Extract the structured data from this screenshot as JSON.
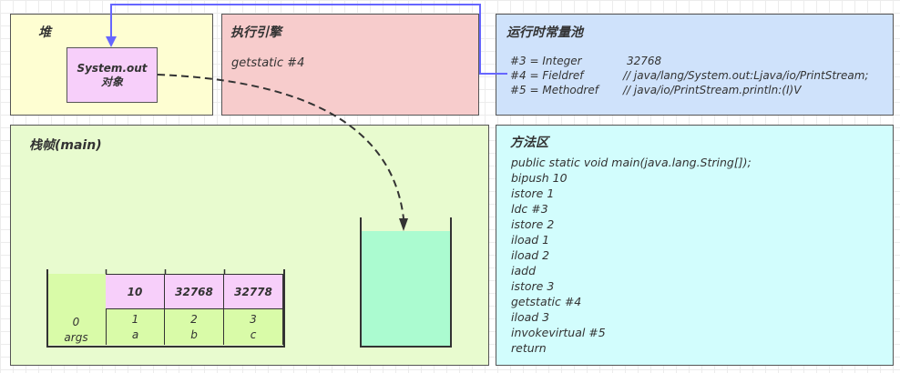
{
  "heap": {
    "title": "堆",
    "object": {
      "line1": "System.out",
      "line2": "对象"
    }
  },
  "engine": {
    "title": "执行引擎",
    "current_instruction": "getstatic #4"
  },
  "constant_pool": {
    "title": "运行时常量池",
    "entries": [
      {
        "ref": "#3 = Integer",
        "value": "32768"
      },
      {
        "ref": "#4 = Fieldref",
        "value": "// java/lang/System.out:Ljava/io/PrintStream;"
      },
      {
        "ref": "#5 = Methodref",
        "value": "// java/io/PrintStream.println:(I)V"
      }
    ]
  },
  "stack_frame": {
    "title": "栈帧(main)",
    "locals": [
      {
        "index": "0",
        "name": "args",
        "value": ""
      },
      {
        "index": "1",
        "name": "a",
        "value": "10"
      },
      {
        "index": "2",
        "name": "b",
        "value": "32768"
      },
      {
        "index": "3",
        "name": "c",
        "value": "32778"
      }
    ],
    "operand_stack": {
      "items": []
    }
  },
  "method_area": {
    "title": "方法区",
    "lines": [
      "public static void main(java.lang.String[]);",
      "bipush 10",
      "istore 1",
      "ldc #3",
      "istore 2",
      "iload 1",
      "iload 2",
      "iadd",
      "istore 3",
      "getstatic #4",
      "iload 3",
      "invokevirtual #5",
      "return"
    ]
  },
  "colors": {
    "heap": "#fefed2",
    "engine": "#f7cccc",
    "pool": "#cfe2fb",
    "stack": "#e8fbcf",
    "method": "#d2fdfd",
    "object": "#f7cffa",
    "operand_fill": "#abfbd0",
    "reference_arrow": "#6666ff"
  }
}
